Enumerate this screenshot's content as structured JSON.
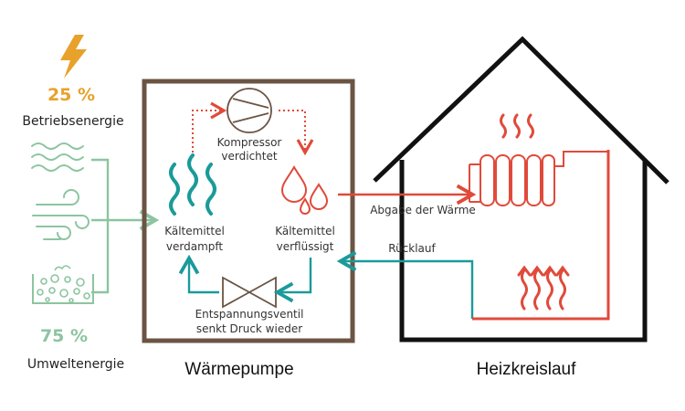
{
  "colors": {
    "orange": "#e8a12a",
    "green": "#8cc5a0",
    "teal": "#1b9a9a",
    "red": "#e04a3a",
    "brown": "#6b5444",
    "black": "#111111"
  },
  "icons": [
    "lightning-icon",
    "waves-icon",
    "wind-icon",
    "soil-icon",
    "heat-waves-icon",
    "compressor-icon",
    "droplets-icon",
    "expansion-valve-icon",
    "radiator-icon",
    "floor-heating-icon",
    "house-icon"
  ],
  "energy": {
    "operating_percent": "25 %",
    "operating_label": "Betriebsenergie",
    "ambient_percent": "75 %",
    "ambient_label": "Umweltenergie"
  },
  "heat_pump": {
    "title": "Wärmepumpe",
    "compressor_line1": "Kompressor",
    "compressor_line2": "verdichtet",
    "evaporated_line1": "Kältemittel",
    "evaporated_line2": "verdampft",
    "liquefied_line1": "Kältemittel",
    "liquefied_line2": "verflüssigt",
    "valve_line1": "Entspannungsventil",
    "valve_line2": "senkt Druck wieder"
  },
  "circuit": {
    "title": "Heizkreislauf",
    "supply_label": "Abgabe der Wärme",
    "return_label": "Rücklauf"
  }
}
